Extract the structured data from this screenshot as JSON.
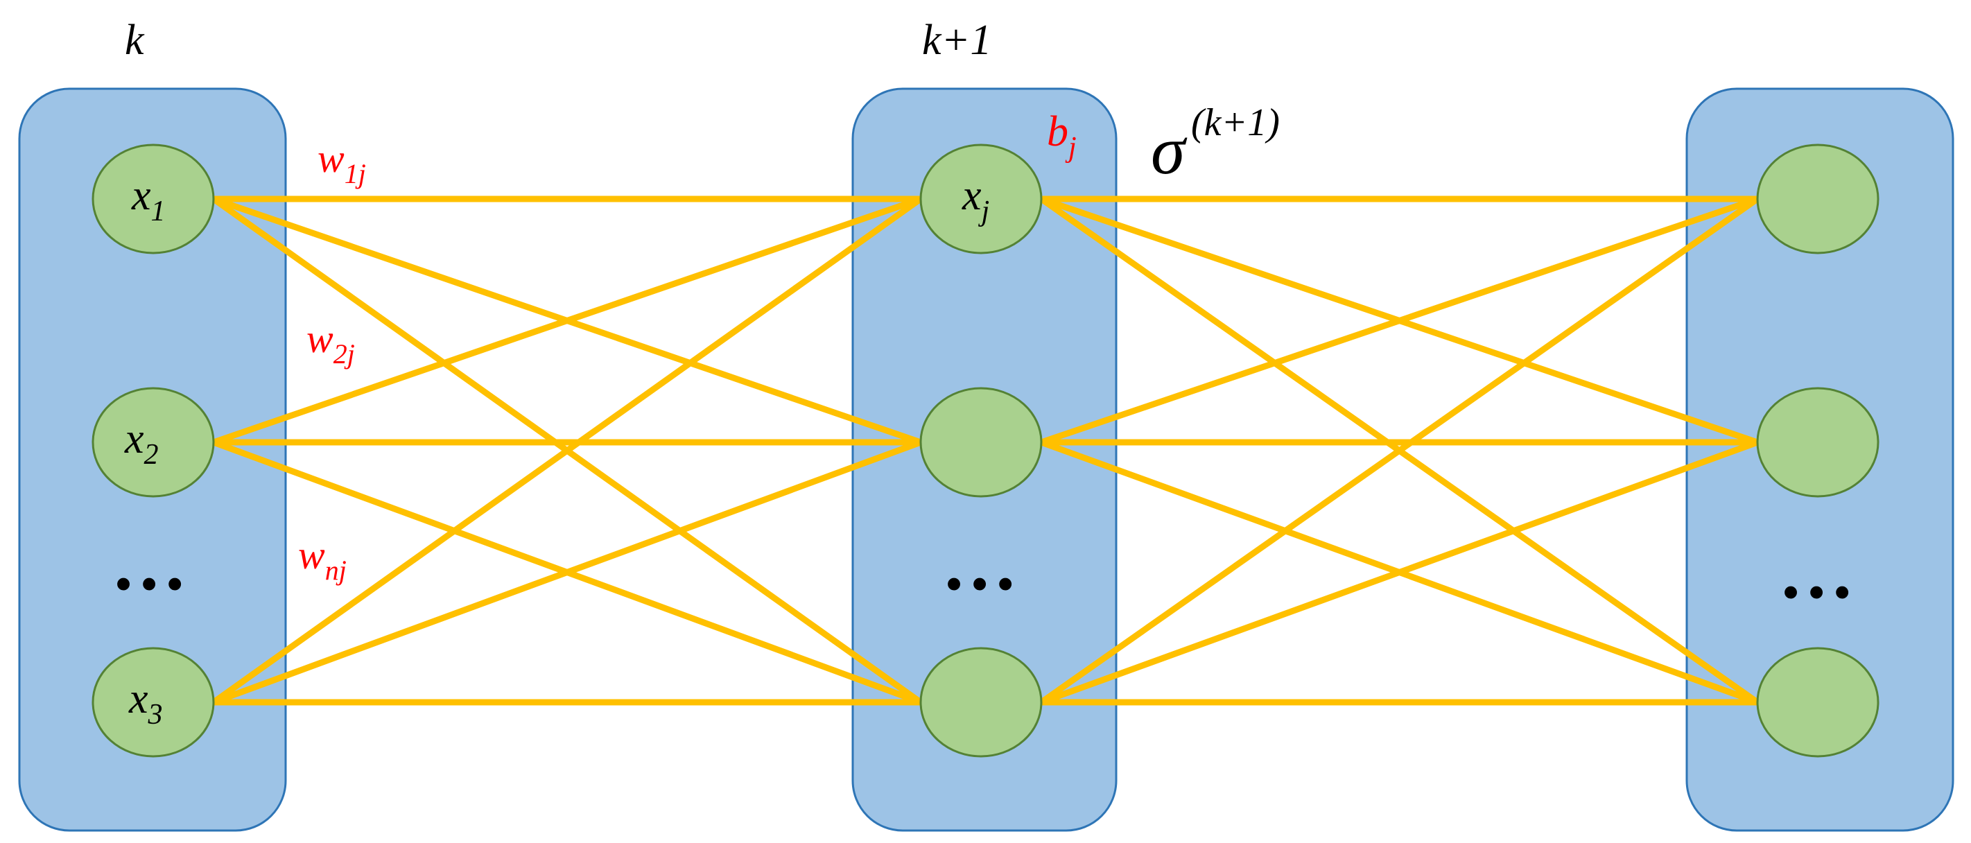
{
  "layers": {
    "left": {
      "label": "k"
    },
    "middle": {
      "label": "k+1"
    },
    "right": {
      "label": ""
    }
  },
  "nodes": {
    "left": [
      {
        "var": "x",
        "sub": "1"
      },
      {
        "var": "x",
        "sub": "2"
      },
      {
        "var": "x",
        "sub": "3"
      }
    ],
    "middle": [
      {
        "var": "x",
        "sub": "j"
      },
      {
        "var": "",
        "sub": ""
      },
      {
        "var": "",
        "sub": ""
      }
    ],
    "right": [
      {
        "var": "",
        "sub": ""
      },
      {
        "var": "",
        "sub": ""
      },
      {
        "var": "",
        "sub": ""
      }
    ]
  },
  "ellipsis": "…",
  "weights": [
    {
      "var": "w",
      "sub": "1j"
    },
    {
      "var": "w",
      "sub": "2j"
    },
    {
      "var": "w",
      "sub": "nj"
    }
  ],
  "bias": {
    "var": "b",
    "sub": "j"
  },
  "activation": {
    "symbol": "σ",
    "superscript": "(k+1)"
  },
  "colors": {
    "layer_fill": "#9dc3e6",
    "layer_stroke": "#2e75b6",
    "node_fill": "#a9d18e",
    "node_stroke": "#548235",
    "edge": "#ffc000",
    "weight_text": "#ff0000"
  }
}
